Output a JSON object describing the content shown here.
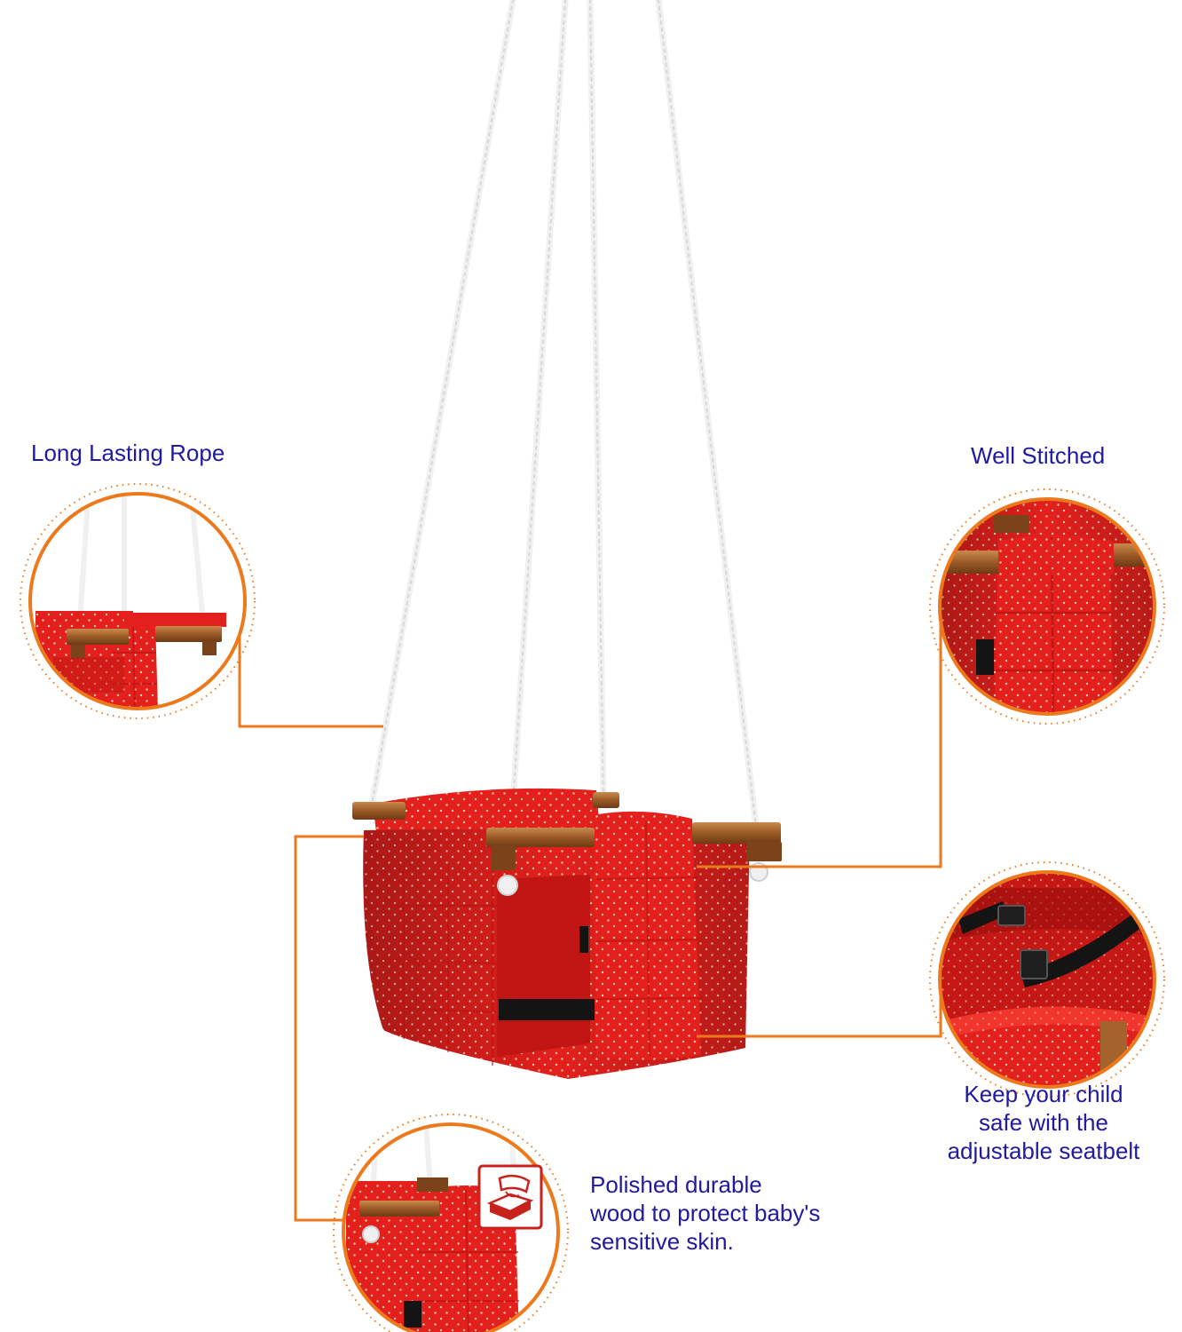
{
  "product": {
    "name": "Red polka-dot padded baby swing with wooden frame and rope",
    "colors": {
      "fabric": "#e3201c",
      "fabric_dark": "#b8120f",
      "dot": "#f6c9b9",
      "wood": "#a4622d",
      "wood_dark": "#6e3a14",
      "rope": "#f2f2f2",
      "strap": "#141414",
      "callout_line": "#ec7a1d",
      "callout_text": "#1f1aa0"
    }
  },
  "callouts": {
    "rope": {
      "text": "Long Lasting Rope",
      "icon": "rope-detail-closeup"
    },
    "stitched": {
      "text": "Well Stitched",
      "icon": "stitching-detail-closeup"
    },
    "seatbelt": {
      "text": "Keep your child\nsafe with the\nadjustable seatbelt",
      "icon": "seatbelt-buckle-closeup"
    },
    "wood": {
      "text": "Polished durable\nwood to protect baby's\nsensitive skin.",
      "icon": "polished-wood-icon"
    }
  }
}
